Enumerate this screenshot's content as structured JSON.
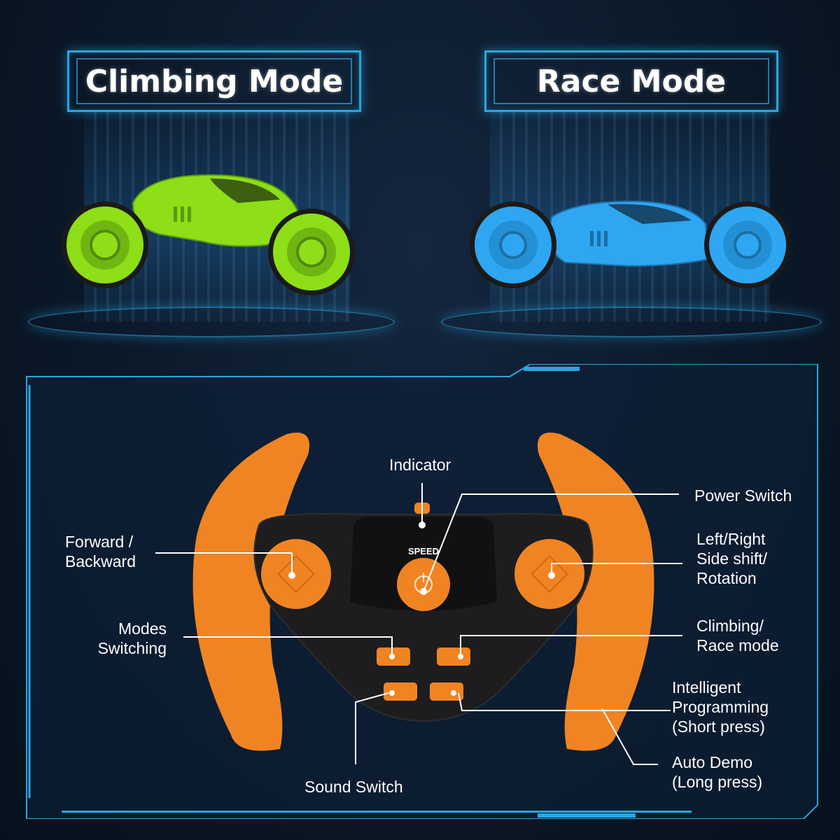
{
  "modes": {
    "climbing": {
      "title": "Climbing Mode",
      "car_color": "#8ede18"
    },
    "race": {
      "title": "Race Mode",
      "car_color": "#2ea6f2"
    }
  },
  "controller": {
    "color": "#f08423",
    "labels": {
      "indicator": "Indicator",
      "power_switch": "Power Switch",
      "forward_backward": [
        "Forward /",
        "Backward"
      ],
      "left_right": [
        "Left/Right",
        "Side shift/",
        "Rotation"
      ],
      "modes_switching": [
        "Modes",
        "Switching"
      ],
      "climbing_race": [
        "Climbing/",
        "Race mode"
      ],
      "intelligent_programming": [
        "Intelligent",
        "Programming",
        "(Short press)"
      ],
      "auto_demo": [
        "Auto Demo",
        "(Long press)"
      ],
      "sound_switch": "Sound Switch",
      "speed_text": "SPEED"
    }
  },
  "colors": {
    "accent": "#2aa6e0",
    "background": "#0b1828",
    "orange": "#f08423"
  }
}
